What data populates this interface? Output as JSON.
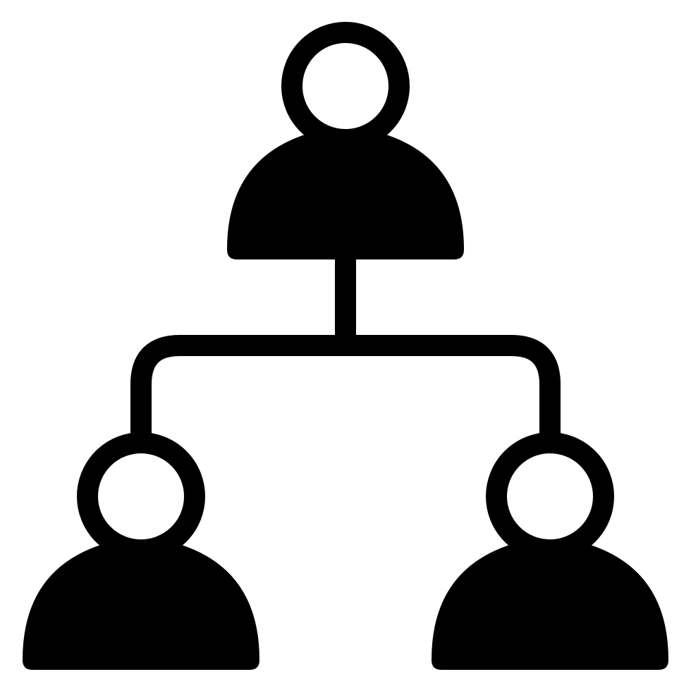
{
  "icon": {
    "name": "organization-hierarchy-icon",
    "foreground": "#000000",
    "background": "#ffffff",
    "nodes": [
      {
        "id": "top-person",
        "label": ""
      },
      {
        "id": "bottom-left-person",
        "label": ""
      },
      {
        "id": "bottom-right-person",
        "label": ""
      }
    ]
  }
}
